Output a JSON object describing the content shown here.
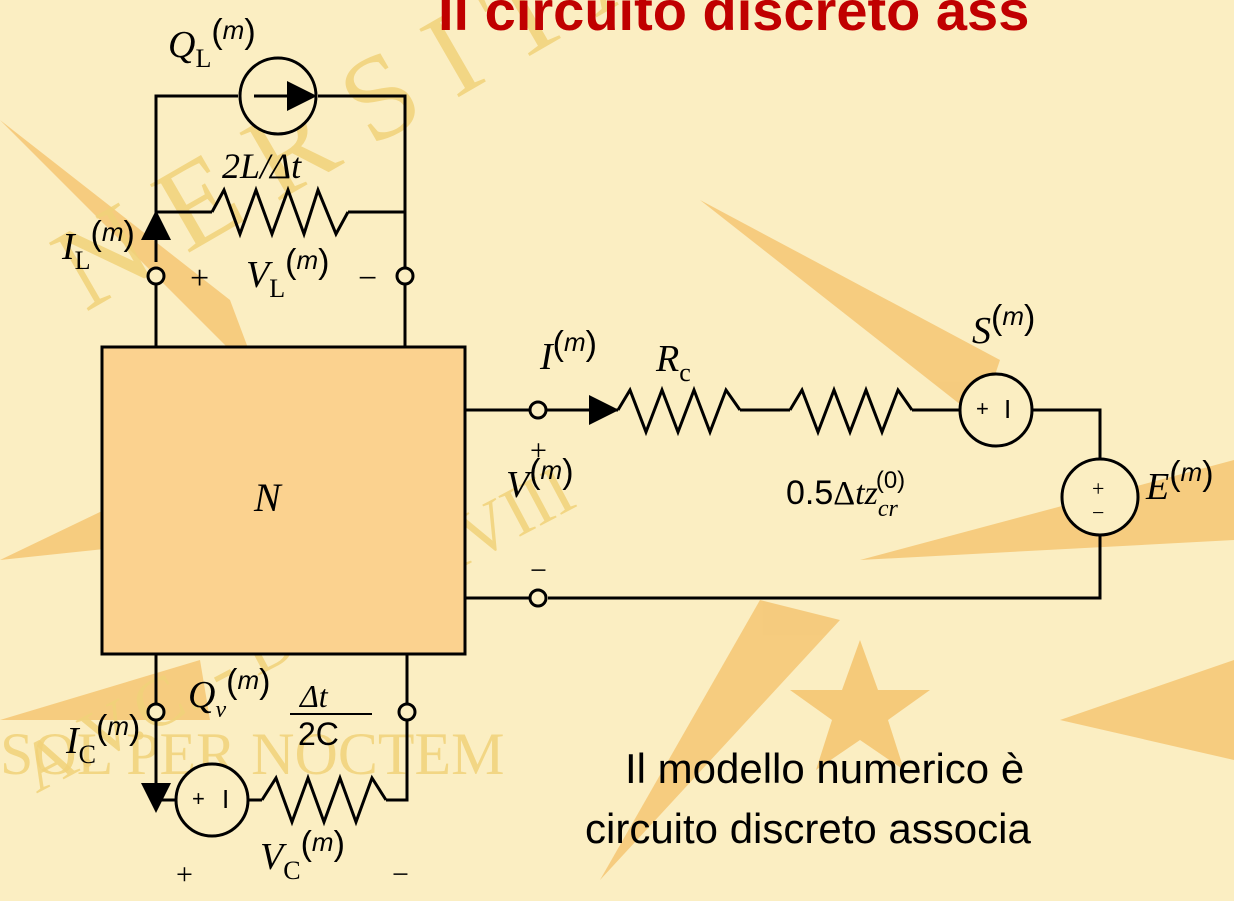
{
  "slide": {
    "title": "Il circuito discreto ass",
    "body_line1": "Il modello numerico è",
    "body_line2": "circuito discreto associa"
  },
  "watermark": {
    "arc_top": "N E R S I T A",
    "arc_left": "A.V.C. - DLXXXVIII",
    "motto": "SOL PER NOCTEM"
  },
  "circuit": {
    "block_label": "N",
    "inductor": {
      "source_symbol": "Q",
      "source_subscript": "L",
      "resistor_value": "2L/Δt",
      "current_symbol": "I",
      "current_subscript": "L",
      "voltage_symbol": "V",
      "voltage_subscript": "L",
      "plus": "+",
      "minus": "−"
    },
    "port": {
      "current_symbol": "I",
      "voltage_symbol": "V",
      "plus": "+",
      "minus": "−",
      "rc_symbol": "R",
      "rc_subscript": "c",
      "damping_coeff": "0.5",
      "damping_delta": "Δ",
      "damping_t": "tz",
      "damping_subscript": "cr",
      "damping_superscript": "(0)",
      "source_s": "S",
      "source_e": "E",
      "source_plus": "+",
      "source_minus": "−",
      "source_bar": "I"
    },
    "capacitor": {
      "source_symbol": "Q",
      "source_subscript": "v",
      "frac_num": "Δt",
      "frac_den": "2C",
      "current_symbol": "I",
      "current_subscript": "C",
      "voltage_symbol": "V",
      "voltage_subscript": "C",
      "plus": "+",
      "minus": "−"
    },
    "superscript_m": "m"
  }
}
